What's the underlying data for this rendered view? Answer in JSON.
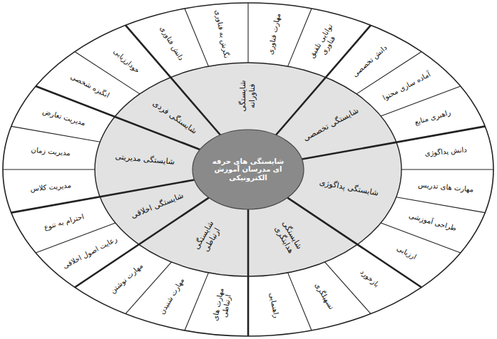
{
  "diagram": {
    "nodes": [
      {
        "text": [
          "شایستگی های حرفه ای مدرسان آموزش الکترونیکی"
        ]
      },
      {
        "text": [
          "شایستگی فناورانه"
        ]
      },
      {
        "text": [
          "شایستگی تخصصی"
        ]
      },
      {
        "text": [
          "شایستگی پداگوژی"
        ]
      },
      {
        "text": [
          "شایستگی هدایتگری"
        ]
      },
      {
        "text": [
          "شایستگی ارتباطی"
        ]
      },
      {
        "text": [
          "شایستگی اخلاقی"
        ]
      },
      {
        "text": [
          "شایستگی مدیریتی"
        ]
      },
      {
        "text": [
          "شایستگی فردی"
        ]
      },
      {
        "text": [
          "دانش فناوری"
        ]
      },
      {
        "text": [
          "نگرش به فناوری"
        ]
      },
      {
        "text": [
          "مهارت فناوری"
        ]
      },
      {
        "text": [
          "توانایی تلفیق فناوری"
        ]
      },
      {
        "text": [
          "دانش تخصصی"
        ]
      },
      {
        "text": [
          "آماده سازی محتوا"
        ]
      },
      {
        "text": [
          "راهبری منابع"
        ]
      },
      {
        "text": [
          "دانش پداگوژی"
        ]
      },
      {
        "text": [
          "مهارت های تدریس"
        ]
      },
      {
        "text": [
          "طراحی آموزشی"
        ]
      },
      {
        "text": [
          "ارزیابی"
        ]
      },
      {
        "text": [
          "بازخورد"
        ]
      },
      {
        "text": [
          "تسهیلگری"
        ]
      },
      {
        "text": [
          "راهنمایی"
        ]
      },
      {
        "text": [
          "مهارت های ارتباطی"
        ]
      },
      {
        "text": [
          "مهارت شنیدن"
        ]
      },
      {
        "text": [
          "مهارت نوشتن"
        ]
      },
      {
        "text": [
          "رعایت اصول اخلاقی"
        ]
      },
      {
        "text": [
          "احترام به تنوع"
        ]
      },
      {
        "text": [
          "مدیریت کلاس"
        ]
      },
      {
        "text": [
          "مدیریت زمان"
        ]
      },
      {
        "text": [
          "مدیریت تعارض"
        ]
      },
      {
        "text": [
          "انگیزه شخصی"
        ]
      },
      {
        "text": [
          "خودارزیابی"
        ]
      }
    ]
  }
}
